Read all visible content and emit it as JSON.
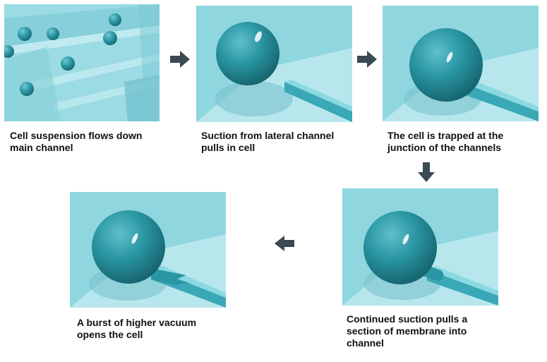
{
  "steps": [
    {
      "caption_line1": "Cell suspension flows down",
      "caption_line2": "main channel",
      "caption_line3": ""
    },
    {
      "caption_line1": "Suction from lateral channel",
      "caption_line2": "pulls in cell",
      "caption_line3": ""
    },
    {
      "caption_line1": "The cell is trapped at the",
      "caption_line2": "junction of the channels",
      "caption_line3": ""
    },
    {
      "caption_line1": "Continued suction pulls a",
      "caption_line2": "section of membrane into",
      "caption_line3": "channel"
    },
    {
      "caption_line1": "A burst of higher vacuum",
      "caption_line2": "opens the cell",
      "caption_line3": ""
    }
  ],
  "colors": {
    "channel_bg": "#8fd6df",
    "channel_light": "#b6e6ec",
    "cell": "#1f8c99",
    "arrow": "#3a4a52"
  }
}
